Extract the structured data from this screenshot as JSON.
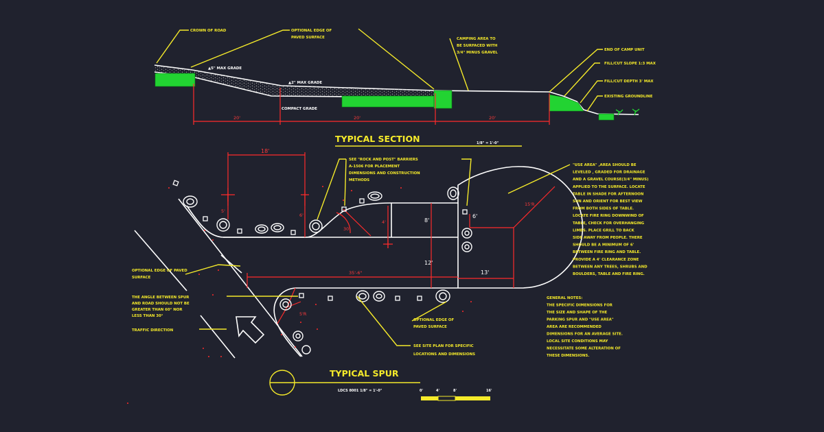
{
  "section": {
    "title": "TYPICAL SECTION",
    "scale": "1/8\" = 1'-0\"",
    "labels": {
      "crown_of_road": "CROWN OF ROAD",
      "optional_edge_1": "OPTIONAL EDGE OF",
      "optional_edge_2": "PAVED SURFACE",
      "camping_1": "CAMPING AREA TO",
      "camping_2": "BE SURFACED WITH",
      "camping_3": "3/4\" MINUS GRAVEL",
      "end_of_camp_unit": "END OF CAMP UNIT",
      "fill_cut_slope": "FILL/CUT SLOPE 1:3 MAX",
      "fill_cut_depth": "FILL/CUT DEPTH 3' MAX",
      "existing_groundline": "EXISTING GROUNDLINE",
      "grade_1": "▲5\" MAX GRADE",
      "grade_2": "▲2\" MAX GRADE",
      "compact_grade": "COMPACT GRADE"
    },
    "dimensions": {
      "d1": "20'",
      "d2": "20'",
      "d3": "20'"
    }
  },
  "spur": {
    "title": "TYPICAL SPUR",
    "scale_note": "LDCS 8001   1/8\" = 1'-0\"",
    "scale_bar": [
      "0'",
      "4'",
      "8'",
      "16'"
    ],
    "labels": {
      "rock_post_1": "SEE \"ROCK AND POST\" BARRIERS",
      "rock_post_2": "A-1506 FOR PLACEMENT",
      "rock_post_3": "DIMENSIONS AND CONSTRUCTION",
      "rock_post_4": "METHODS",
      "use_area": [
        "\"USE AREA\" ,AREA SHOULD BE",
        "LEVELED , GRADED FOR DRAINAGE",
        "AND A GRAVEL COURSE(3/4\" MINUS)",
        "APPLIED TO THE SURFACE. LOCATE",
        "TABLE IN SHADE FOR AFTERNOON",
        "SUN AND ORIENT FOR BEST VIEW",
        "FROM BOTH SIDES OF TABLE.",
        "LOCATE FIRE RING DOWNWIND OF",
        "TABLE, CHECK FOR OVERHANGING",
        "LIMBS. PLACE GRILL TO BACK",
        "SIDE AWAY FROM PEOPLE. THERE",
        "SHOULD BE A MINIMUM OF 6'",
        "BETWEEN FIRE RING AND TABLE.",
        "PROVIDE A 4' CLEARANCE ZONE",
        "BETWEEN ANY TREES, SHRUBS AND",
        "BOULDERS, TABLE AND FIRE RING."
      ],
      "general_notes": [
        "GENERAL NOTES:",
        "THE SPECIFIC DIMENSIONS FOR",
        "THE SIZE AND SHAPE OF THE",
        "PARKING SPUR AND \"USE AREA\"",
        "AREA ARE RECOMMENDED",
        "DIMENSIONS FOR AN AVERAGE SITE.",
        "LOCAL SITE CONDITIONS MAY",
        "NECESSITATE SOME ALTERATION OF",
        "THESE DIMENSIONS."
      ],
      "optional_edge_1": "OPTIONAL EDGE OF PAVED",
      "optional_edge_2": "SURFACE",
      "angle_note": [
        "THE ANGLE BETWEEN SPUR",
        "AND ROAD SHOULD NOT BE",
        "GREATER THAN 60° NOR",
        "LESS THAN 30°"
      ],
      "traffic_direction": "TRAFFIC DIRECTION",
      "optional_edge_lower_1": "OPTIONAL EDGE OF",
      "optional_edge_lower_2": "PAVED SURFACE",
      "site_plan_1": "SEE SITE PLAN FOR SPECIFIC",
      "site_plan_2": "LOCATIONS AND DIMENSIONS"
    },
    "dimensions": {
      "top_18": "18'",
      "small_1": "5'",
      "small_2": "6'",
      "small_3": "4'",
      "angle_30": "30",
      "w_8": "8'",
      "w_6": "6'",
      "w_12": "12'",
      "w_13": "13'",
      "r_15": "15'R",
      "long_35": "35'-6\"",
      "r_5": "5'R"
    }
  }
}
